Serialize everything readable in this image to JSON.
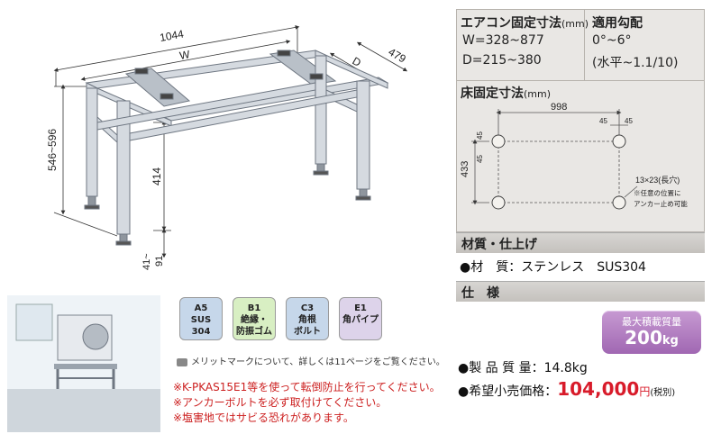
{
  "drawing": {
    "dim_width_total": "1044",
    "dim_w": "W",
    "dim_d": "D",
    "dim_depth": "479",
    "dim_height": "546~596",
    "dim_inner_height": "414",
    "dim_foot_top": "41~",
    "dim_foot_bottom": "91"
  },
  "spec_box": {
    "mount_title": "エアコン固定寸法",
    "mount_unit": "(mm)",
    "mount_w": "W=328~877",
    "mount_d": "D=215~380",
    "slope_title": "適用勾配",
    "slope_deg": "0°~6°",
    "slope_ratio": "(水平~1.1/10)",
    "floor_title": "床固定寸法",
    "floor_unit": "(mm)",
    "floor_width": "998",
    "floor_depth": "433",
    "floor_off_45_a": "45",
    "floor_off_45_b": "45",
    "floor_off_45_c": "45",
    "floor_off_45_d": "45",
    "hole_note": "13×23(長穴)",
    "hole_note2": "※任意の位置に",
    "hole_note3": "アンカー止め可能"
  },
  "material": {
    "bar_title": "材質・仕上げ",
    "line": "●材　質：ステンレス　SUS304"
  },
  "specs": {
    "bar_title": "仕　様",
    "max_load_label": "最大積載質量",
    "max_load_value": "200",
    "max_load_unit": "kg",
    "weight_line": "●製 品 質 量：14.8kg",
    "price_label": "●希望小売価格：",
    "price_value": "104,000",
    "price_unit": "円",
    "price_tax": "(税別)"
  },
  "badges": [
    {
      "code": "A5",
      "line1": "SUS",
      "line2": "304",
      "color": "#c6d7ea"
    },
    {
      "code": "B1",
      "line1": "絶縁・",
      "line2": "防振ゴム",
      "color": "#d8efc3"
    },
    {
      "code": "C3",
      "line1": "角根",
      "line2": "ボルト",
      "color": "#c6d7ea"
    },
    {
      "code": "E1",
      "line1": "角パイプ",
      "line2": "",
      "color": "#ddd3ea"
    }
  ],
  "merit_note": "メリットマークについて、詳しくは11ページをご覧ください。",
  "notes": [
    "※K-PKAS15E1等を使って転倒防止を行ってください。",
    "※アンカーボルトを必ず取付けてください。",
    "※塩害地ではサビる恐れがあります。"
  ],
  "colors": {
    "accent_price": "#d81b2a",
    "note_red": "#cc1f1f",
    "max_load_bg": "#b07cc0"
  }
}
